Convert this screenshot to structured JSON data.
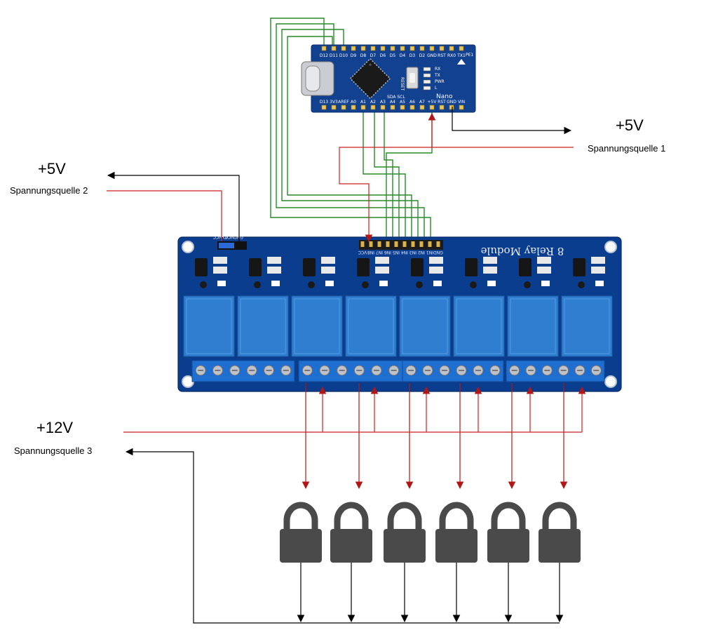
{
  "labels": {
    "source1_voltage": "+5V",
    "source1_name": "Spannungsquelle 1",
    "source2_voltage": "+5V",
    "source2_name": "Spannungsquelle 2",
    "source3_voltage": "+12V",
    "source3_name": "Spannungsquelle 3"
  },
  "nano": {
    "title": "Nano",
    "top_pins": [
      "D12",
      "D11",
      "D10",
      "D9",
      "D8",
      "D7",
      "D6",
      "D5",
      "D4",
      "D3",
      "D2",
      "GND",
      "RST",
      "RX0",
      "TX1"
    ],
    "bottom_pins": [
      "D13",
      "3V3",
      "AREF",
      "A0",
      "A1",
      "A2",
      "A3",
      "A4",
      "A5",
      "A6",
      "A7",
      "+5V",
      "RST",
      "GND",
      "VIN"
    ],
    "leds": [
      "RX",
      "TX",
      "PWR",
      "L"
    ],
    "button_label": "RESET",
    "i2c_label": "SDA SCL",
    "corner_label": "PE1"
  },
  "relay_board": {
    "title": "8 Relay Module",
    "header_pins": [
      "VCC",
      "IN8",
      "IN7",
      "IN6",
      "IN5",
      "IN4",
      "IN3",
      "IN2",
      "IN1",
      "GND"
    ],
    "jumper_pins": [
      "JD-VCC",
      "VCC",
      "GND"
    ],
    "relay_count": 8,
    "terminal_count": 24
  },
  "locks": {
    "count": 6,
    "icon": "padlock-icon"
  },
  "colors": {
    "signal_wire": "#2a8a2a",
    "power_wire": "#cc2222",
    "return_wire": "#000000",
    "board_blue": "#0a3d91",
    "relay_blue": "#2f7ed0",
    "terminal_blue": "#1f6fd0",
    "lock_body": "#4a4a4a"
  }
}
